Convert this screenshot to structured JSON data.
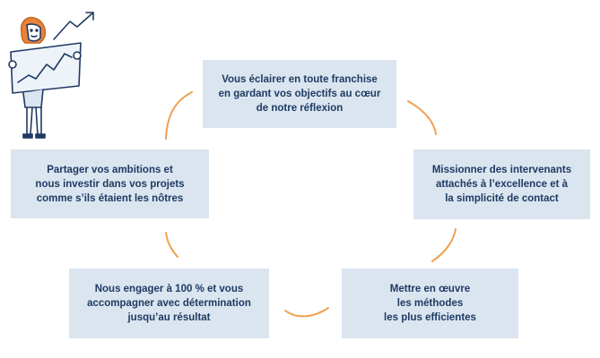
{
  "cycle_steps": [
    {
      "lines": [
        "Vous éclairer en toute franchise",
        "en gardant vos objectifs au cœur",
        "de notre réflexion"
      ]
    },
    {
      "lines": [
        "Missionner des intervenants",
        "attachés à l’excellence et à",
        "la simplicité de contact"
      ]
    },
    {
      "lines": [
        "Mettre en œuvre",
        "les méthodes",
        "les plus efficientes"
      ]
    },
    {
      "lines": [
        "Nous engager à 100 % et vous",
        "accompagner avec détermination",
        "jusqu’au résultat"
      ]
    },
    {
      "lines": [
        "Partager vos ambitions et",
        "nous investir dans vos projets",
        "comme s’ils étaient les nôtres"
      ]
    }
  ],
  "colors": {
    "box_fill": "#dae5f0",
    "box_text": "#1f3a62",
    "arc_orange": "#f0a050",
    "illustration_navy": "#1f3a62",
    "hair_orange": "#e8833a"
  },
  "icons": {
    "illustration": "person-holding-growth-chart"
  }
}
